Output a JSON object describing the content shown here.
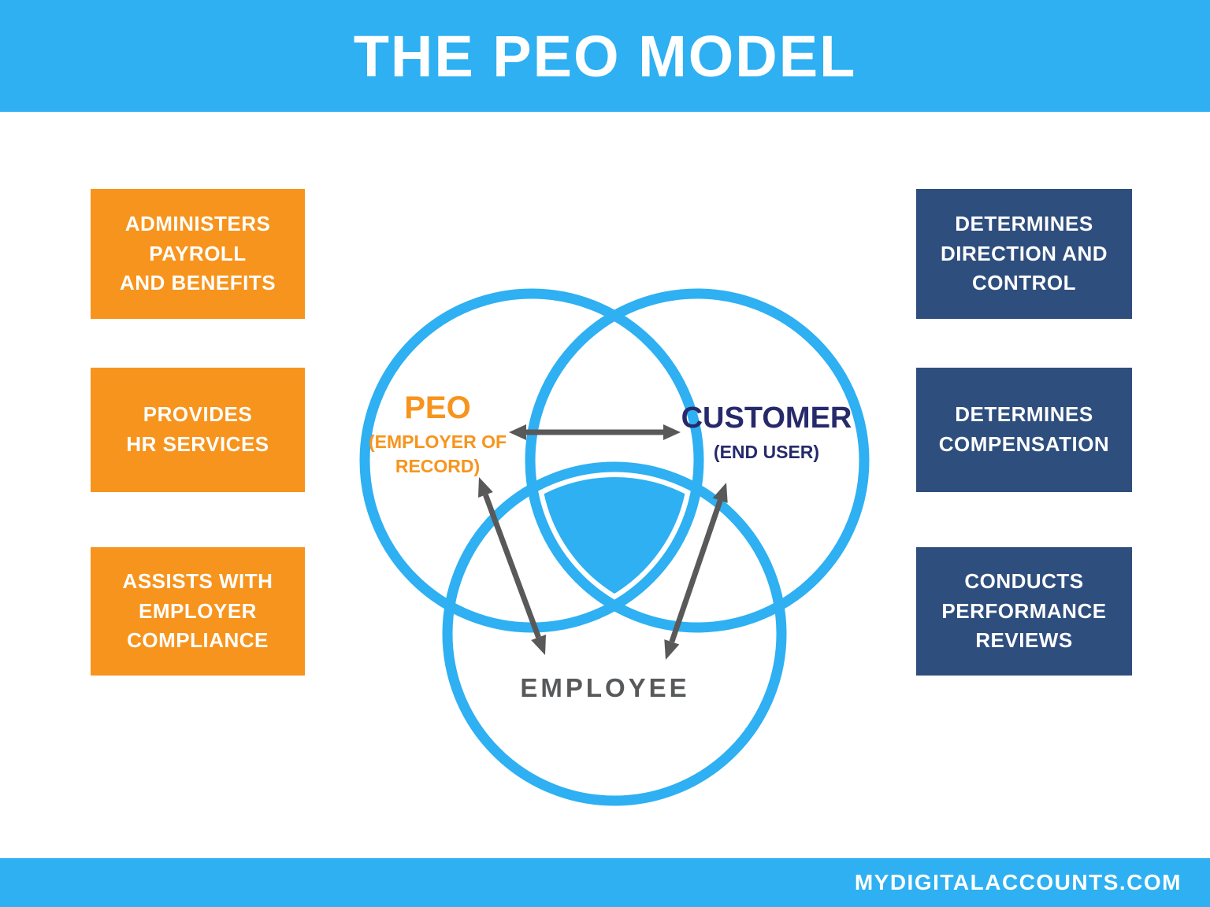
{
  "colors": {
    "accent": "#2EB0F2",
    "orange": "#F7941D",
    "steel": "#2E4E7E",
    "navy": "#262A6B",
    "gray": "#58595B",
    "arrow": "#595959"
  },
  "header": {
    "title": "THE PEO MODEL"
  },
  "footer": {
    "site": "MYDIGITALACCOUNTS.COM"
  },
  "peo_cards": [
    {
      "text": "ADMINISTERS\nPAYROLL\nAND BENEFITS"
    },
    {
      "text": "PROVIDES\nHR SERVICES"
    },
    {
      "text": "ASSISTS WITH\nEMPLOYER\nCOMPLIANCE"
    }
  ],
  "customer_cards": [
    {
      "text": "DETERMINES\nDIRECTION AND\nCONTROL"
    },
    {
      "text": "DETERMINES\nCOMPENSATION"
    },
    {
      "text": "CONDUCTS\nPERFORMANCE\nREVIEWS"
    }
  ],
  "venn": {
    "peo": {
      "title": "PEO",
      "subtitle": "(EMPLOYER OF\nRECORD)"
    },
    "customer": {
      "title": "CUSTOMER",
      "subtitle": "(END USER)"
    },
    "employee": {
      "title": "EMPLOYEE"
    }
  }
}
